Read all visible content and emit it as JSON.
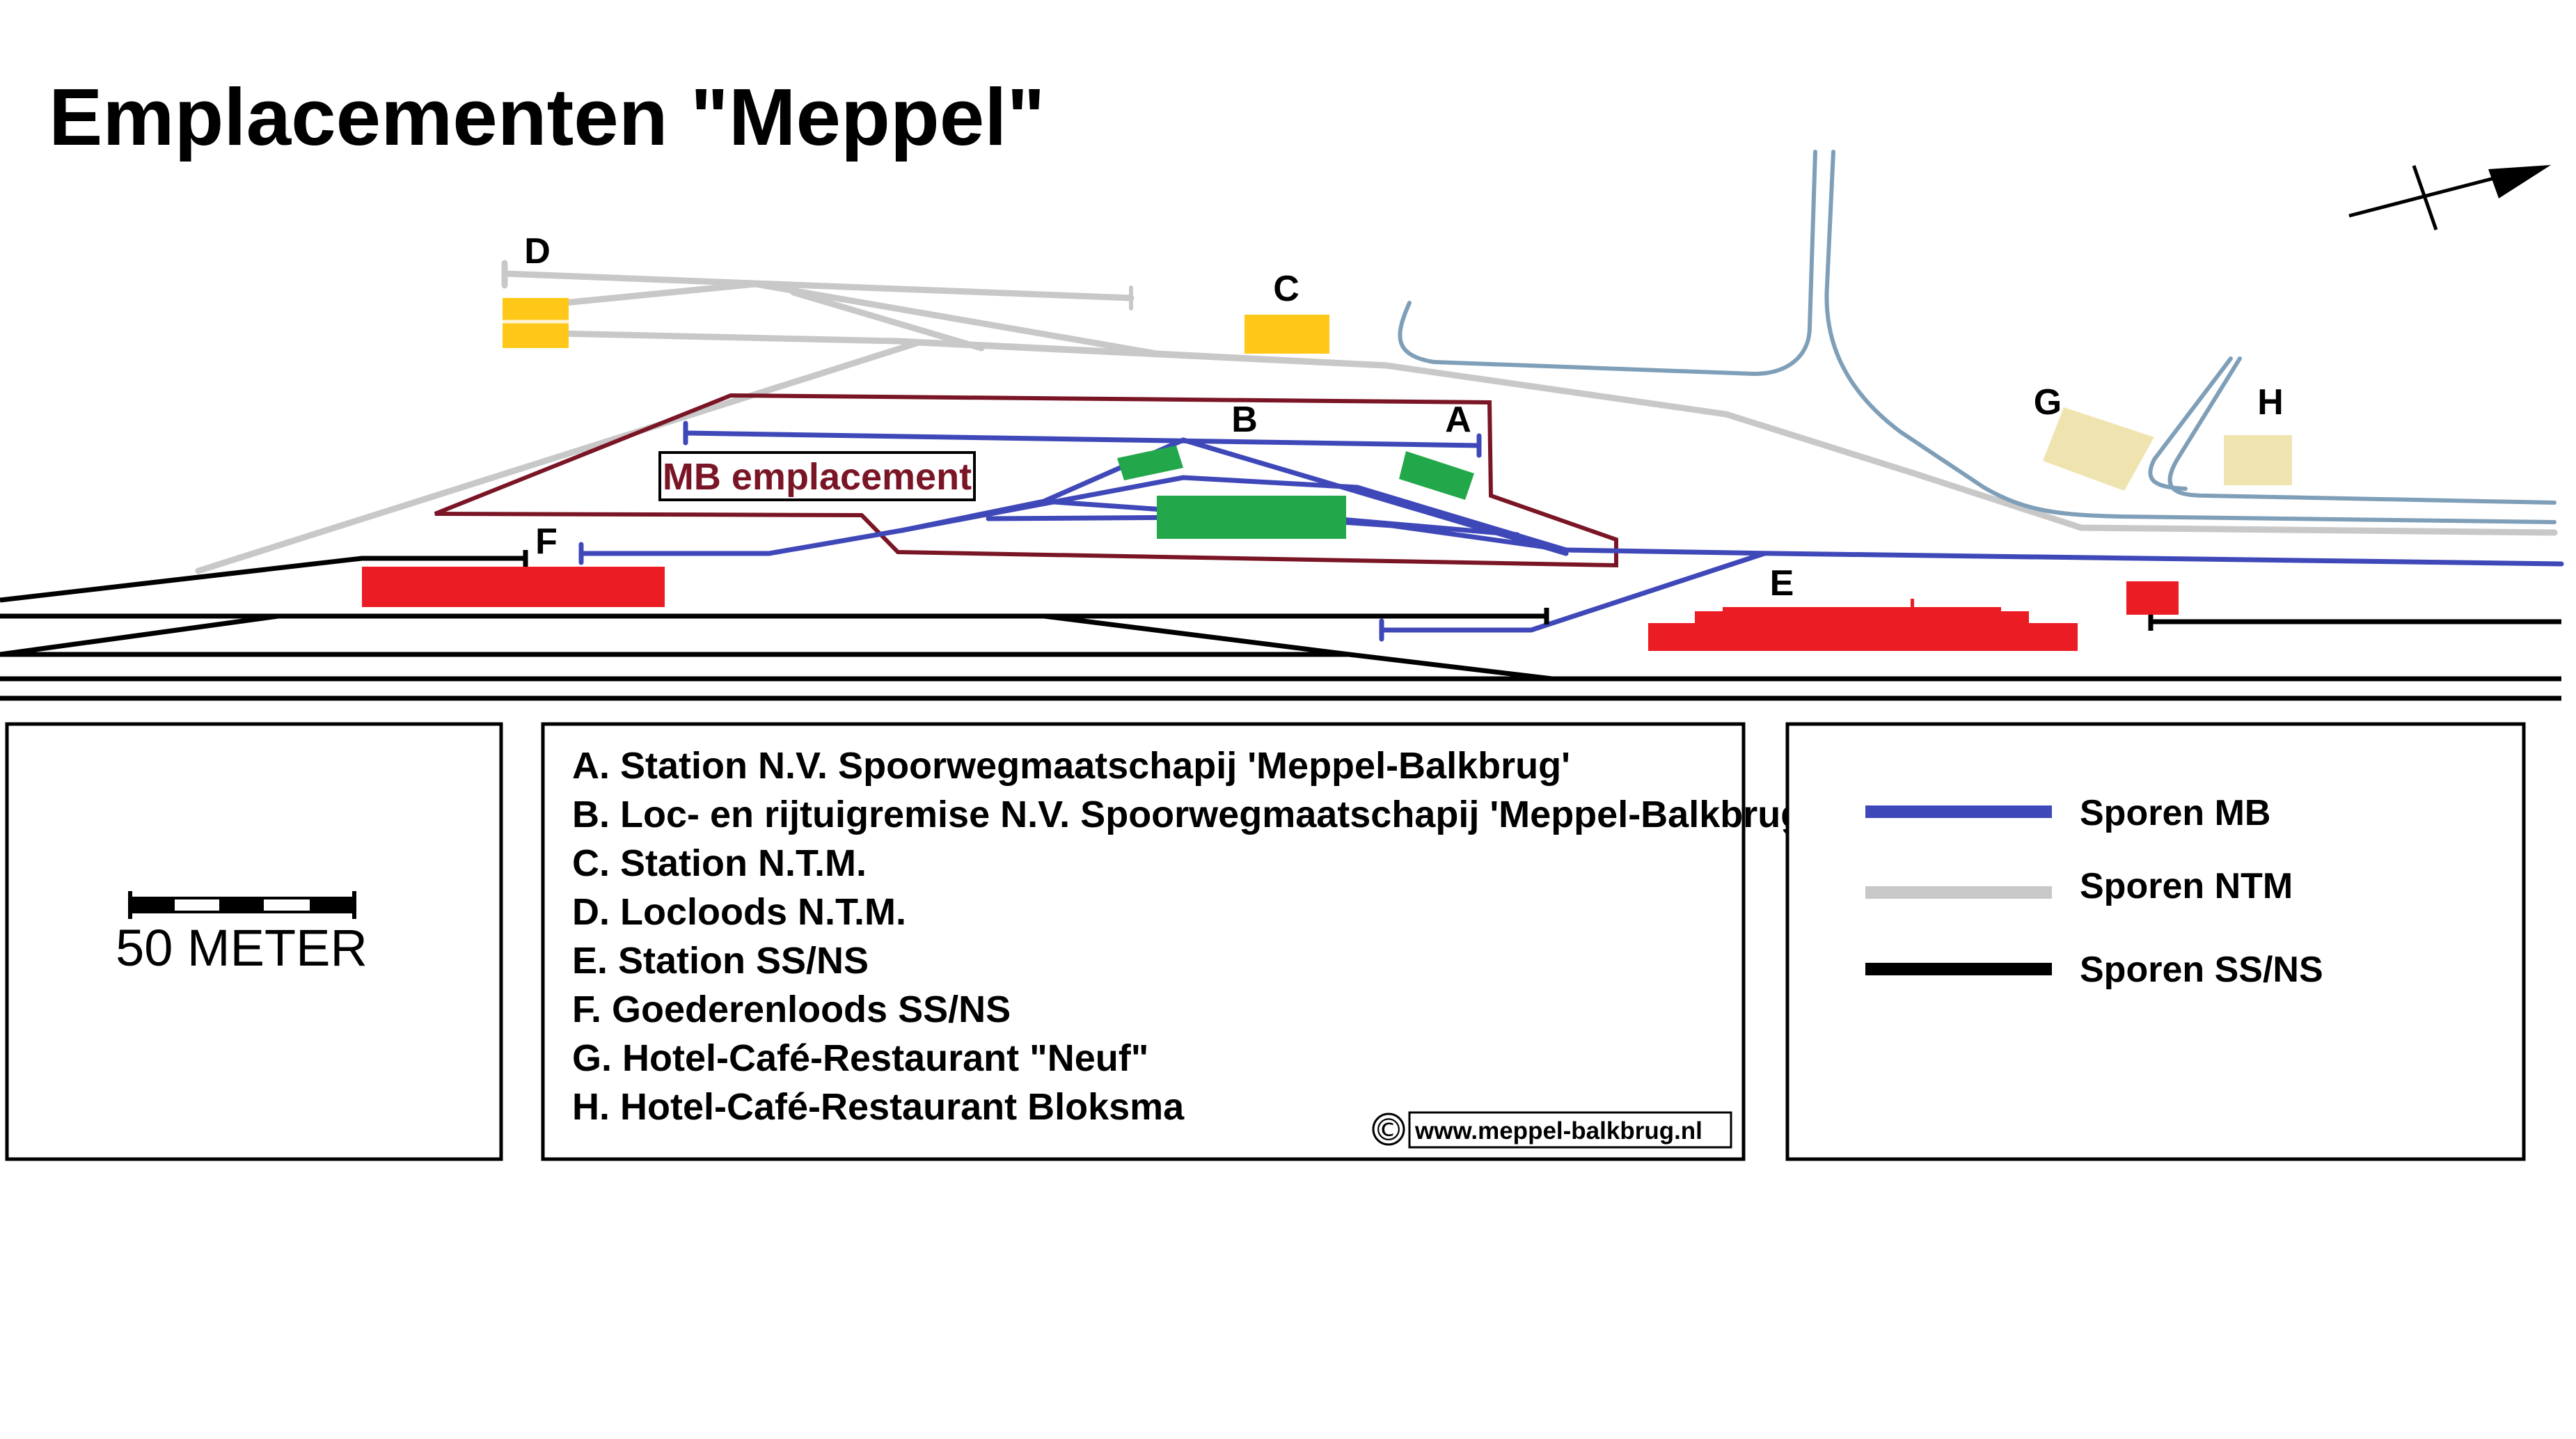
{
  "title": "Emplacementen \"Meppel\"",
  "colors": {
    "mb_track": "#3f48b8",
    "ntm_track": "#c8c8c8",
    "ssns_track": "#000000",
    "road": "#7f9fb8",
    "mb_boundary": "#7a1526",
    "mb_buildings": "#22a84a",
    "ntm_buildings": "#ffc819",
    "ssns_buildings": "#ec1c24",
    "hotels": "#efe4b0"
  },
  "map": {
    "area_label": "MB emplacement",
    "markers": {
      "a": "A",
      "b": "B",
      "c": "C",
      "d": "D",
      "e": "E",
      "f": "F",
      "g": "G",
      "h": "H"
    },
    "north_arrow_icon": "north-arrow-icon"
  },
  "key": {
    "items": [
      "A. Station N.V. Spoorwegmaatschapij 'Meppel-Balkbrug'",
      "B. Loc- en rijtuigremise N.V. Spoorwegmaatschapij 'Meppel-Balkbrug'",
      "C. Station N.T.M.",
      "D. Locloods N.T.M.",
      "E. Station SS/NS",
      "F. Goederenloods SS/NS",
      "G. Hotel-Café-Restaurant \"Neuf\"",
      "H. Hotel-Café-Restaurant Bloksma"
    ],
    "copyright_symbol": "©",
    "website": "www.meppel-balkbrug.nl"
  },
  "scale": {
    "label": "50 METER"
  },
  "legend": {
    "items": [
      {
        "label": "Sporen MB",
        "color": "#3f48b8"
      },
      {
        "label": "Sporen NTM",
        "color": "#c8c8c8"
      },
      {
        "label": "Sporen SS/NS",
        "color": "#000000"
      }
    ]
  }
}
